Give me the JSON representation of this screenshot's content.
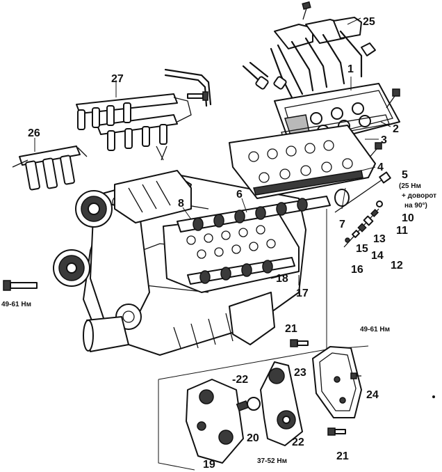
{
  "callouts": {
    "c1": "1",
    "c2": "2",
    "c3": "3",
    "c4": "4",
    "c5": "5",
    "c6": "6",
    "c7": "7",
    "c8": "8",
    "c10": "10",
    "c11": "11",
    "c12": "12",
    "c13": "13",
    "c14": "14",
    "c15": "15",
    "c16": "16",
    "c17": "17",
    "c18": "18",
    "c19": "19",
    "c20": "20",
    "c21a": "21",
    "c21b": "21",
    "c22a": "-22",
    "c22b": "22",
    "c23": "23",
    "c24": "24",
    "c25": "25",
    "c26": "26",
    "c27": "27"
  },
  "torques": {
    "t5_line1": "(25 Нм",
    "t5_line2": "+ доворот",
    "t5_line3": "на 90°)",
    "t_left_bolt": "49-61 Нм",
    "t_right": "49-61 Нм",
    "t_tensioner": "37-52 Нм"
  },
  "colors": {
    "ink": "#111111",
    "paper": "#ffffff",
    "shade": "#3a3a3a"
  }
}
